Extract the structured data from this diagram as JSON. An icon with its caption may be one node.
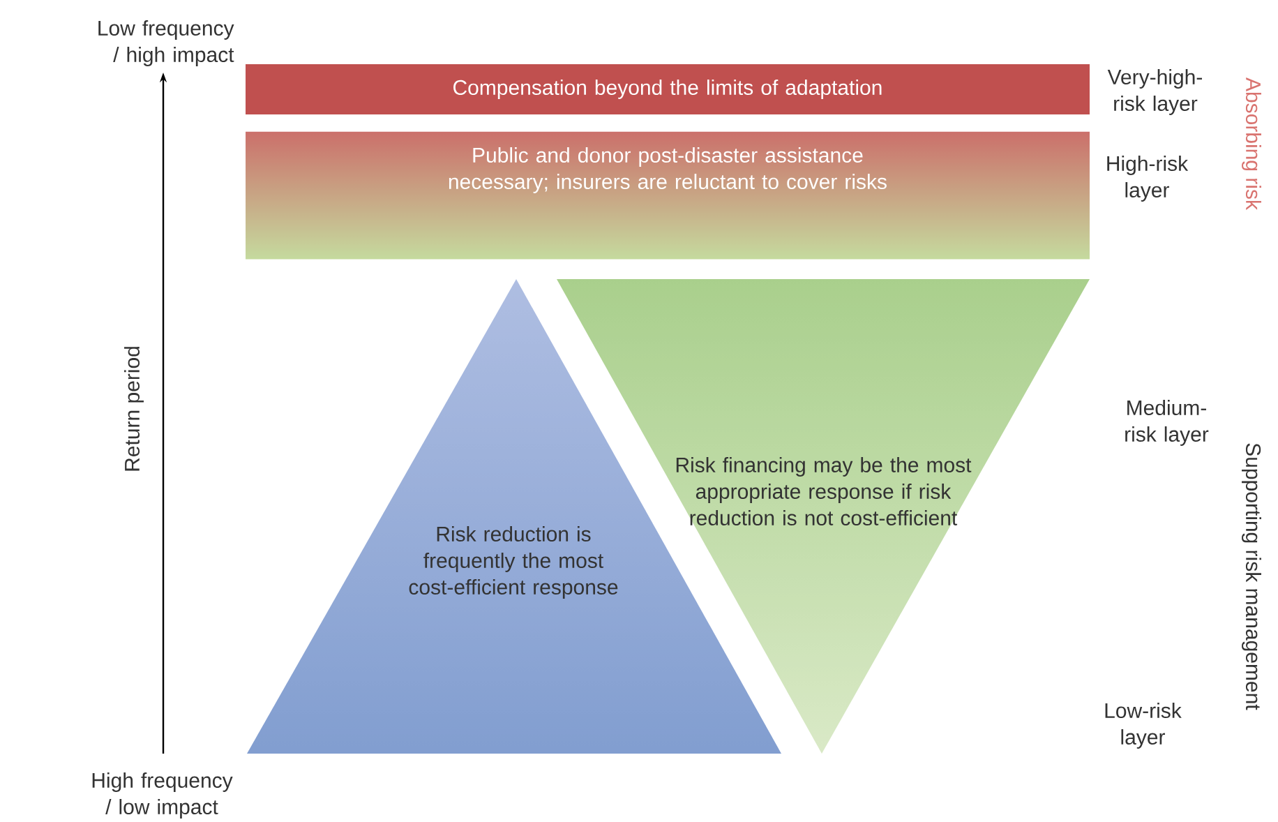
{
  "diagram": {
    "nodes": [
      {
        "text": [
          "Compensation beyond the limits of adaptation"
        ]
      },
      {
        "text": [
          "Public and donor post-disaster assistance necessary; insurers are reluctant to cover risks"
        ]
      },
      {
        "text": [
          "Risk reduction is frequently the most cost-efficient response"
        ]
      },
      {
        "text": [
          "Risk financing may be the most appropriate response if risk reduction is not cost-efficient"
        ]
      }
    ],
    "labels": [
      "Low frequency / high impact",
      "Return period",
      "High frequency / low impact",
      "Very-high-risk layer",
      "High-risk layer",
      "Medium-risk layer",
      "Low-risk layer",
      "Absorbing risk",
      "Supporting risk management"
    ]
  }
}
